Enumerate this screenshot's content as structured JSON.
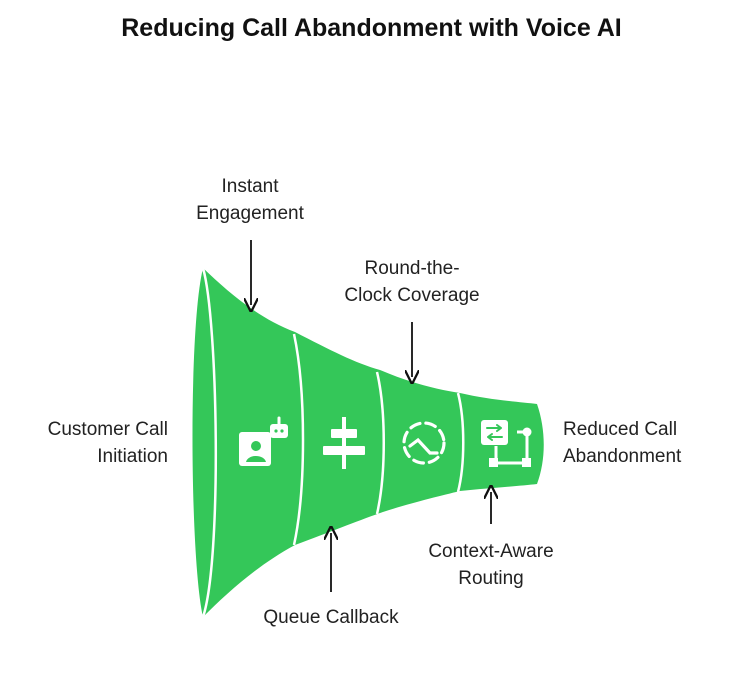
{
  "title": "Reducing Call Abandonment with Voice AI",
  "colors": {
    "funnel": "#34C759",
    "divider": "#ffffff",
    "arrow": "#111111",
    "text": "#222222"
  },
  "stages": [
    {
      "icon": "bot-profile-icon"
    },
    {
      "icon": "align-center-icon"
    },
    {
      "icon": "timer-icon"
    },
    {
      "icon": "routing-icon"
    }
  ],
  "labels": {
    "start": {
      "line1": "Customer Call",
      "line2": "Initiation"
    },
    "end": {
      "line1": "Reduced Call",
      "line2": "Abandonment"
    },
    "instant": {
      "line1": "Instant",
      "line2": "Engagement"
    },
    "round": {
      "line1": "Round-the-",
      "line2": "Clock Coverage"
    },
    "queue": {
      "line1": "Queue Callback"
    },
    "context": {
      "line1": "Context-Aware",
      "line2": "Routing"
    }
  }
}
